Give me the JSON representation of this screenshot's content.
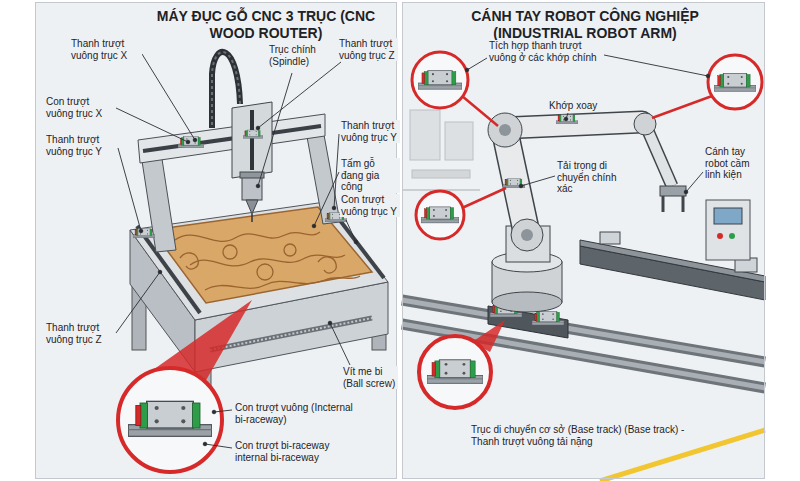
{
  "diagram": {
    "nodes": [
      {
        "text": [
          "MÁY ĐỤC GỖ CNC 3 TRỤC (CNC WOOD ROUTER)"
        ]
      },
      {
        "text": [
          "CÁNH TAY ROBOT CÔNG NGHIỆP (INDUSTRIAL ROBOT ARM)"
        ]
      }
    ],
    "labels": [
      "Thanh trượt vuông trục X",
      "Trục chính (Spindle)",
      "Thanh trượt vuông trục Z",
      "Con trượt vuông trục X",
      "Thanh trượt vuông trục Y",
      "Thanh trượt vuông trục Y",
      "Tấm gỗ đang gia công",
      "Con trượt vuông trục Y",
      "Thanh trượt vuông trục Z",
      "Vít me bi (Ball screw)",
      "Con trượt vuông (Incternal bi-raceway)",
      "Con trượt bi-raceway internal bi-raceway",
      "Tích hợp thanh trượt vuông ở các khớp chính",
      "Khớp xoay",
      "Tải trọng di chuyển chính xác",
      "Cánh tay robot cầm linh kiện",
      "Trục di chuyển cơ sở (Base track) (Base track) - Thanh trượt vuông tải nặng"
    ]
  }
}
